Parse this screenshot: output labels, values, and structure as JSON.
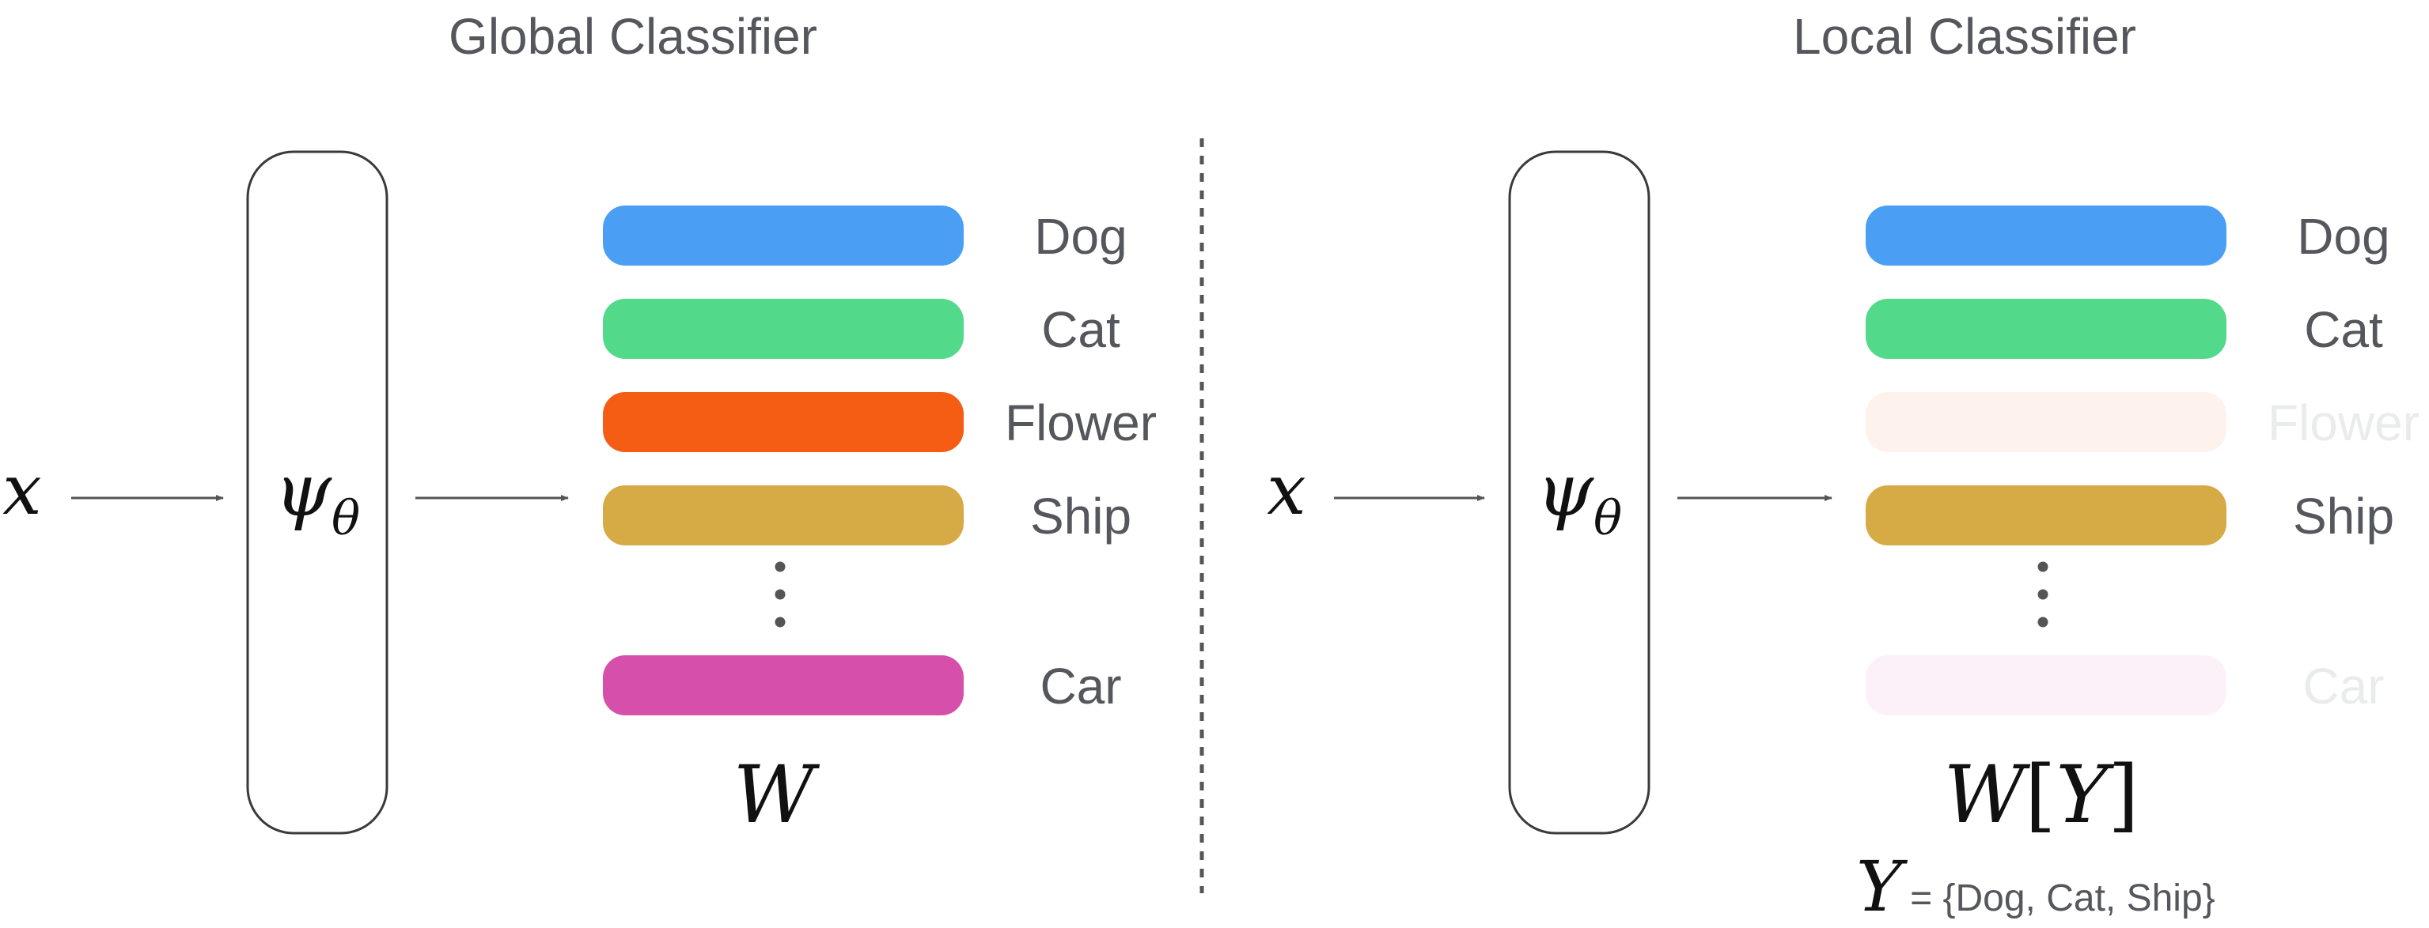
{
  "panels": [
    {
      "title": "Global Classifier",
      "input_symbol": "x",
      "encoder_symbol": "ψ",
      "encoder_subscript": "θ",
      "weights_label": "W",
      "classes": [
        {
          "label": "Dog",
          "color": "#4a9ff5",
          "active": true
        },
        {
          "label": "Cat",
          "color": "#52d98a",
          "active": true
        },
        {
          "label": "Flower",
          "color": "#f55c14",
          "active": true
        },
        {
          "label": "Ship",
          "color": "#d6aa44",
          "active": true
        },
        {
          "label": "Car",
          "color": "#d64fab",
          "active": true
        }
      ]
    },
    {
      "title": "Local Classifier",
      "input_symbol": "x",
      "encoder_symbol": "ψ",
      "encoder_subscript": "θ",
      "weights_label": "W",
      "weights_index_open": "[",
      "weights_index": "Y",
      "weights_index_close": "]",
      "subset_symbol": "Y",
      "subset_text": "= {Dog, Cat, Ship}",
      "classes": [
        {
          "label": "Dog",
          "color": "#4a9ff5",
          "active": true
        },
        {
          "label": "Cat",
          "color": "#52d98a",
          "active": true
        },
        {
          "label": "Flower",
          "color": "#f55c14",
          "active": false
        },
        {
          "label": "Ship",
          "color": "#d6aa44",
          "active": true
        },
        {
          "label": "Car",
          "color": "#d64fab",
          "active": false
        }
      ]
    }
  ]
}
